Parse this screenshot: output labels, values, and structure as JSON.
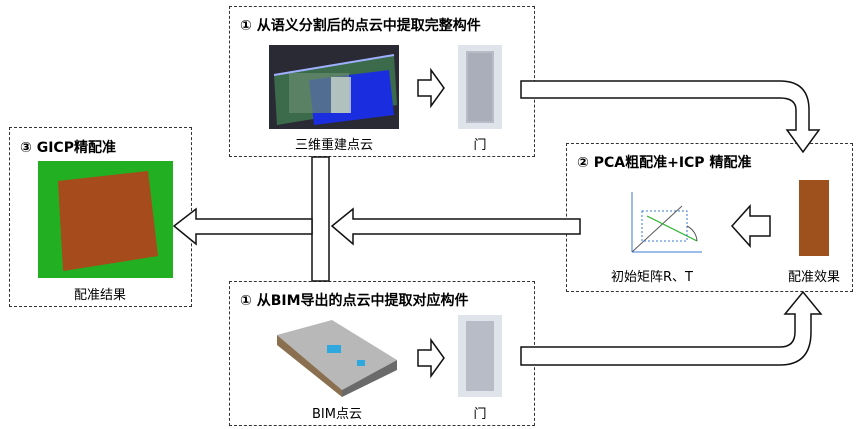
{
  "top_box": {
    "title": "① 从语义分割后的点云中提取完整构件",
    "cap_left": "三维重建点云",
    "cap_right": "门"
  },
  "bottom_box": {
    "title": "① 从BIM导出的点云中提取对应构件",
    "cap_left": "BIM点云",
    "cap_right": "门"
  },
  "right_box": {
    "title": "② PCA粗配准+ICP 精配准",
    "cap_left": "初始矩阵R、T",
    "cap_right": "配准效果"
  },
  "left_box": {
    "title": "③ GICP精配准",
    "cap": "配准结果"
  },
  "colors": {
    "arrow_stroke": "#111111",
    "arrow_fill": "#ffffff",
    "red_points": "#e0201a",
    "green_points": "#22b022",
    "blue_scan": "#1a2ee0"
  }
}
